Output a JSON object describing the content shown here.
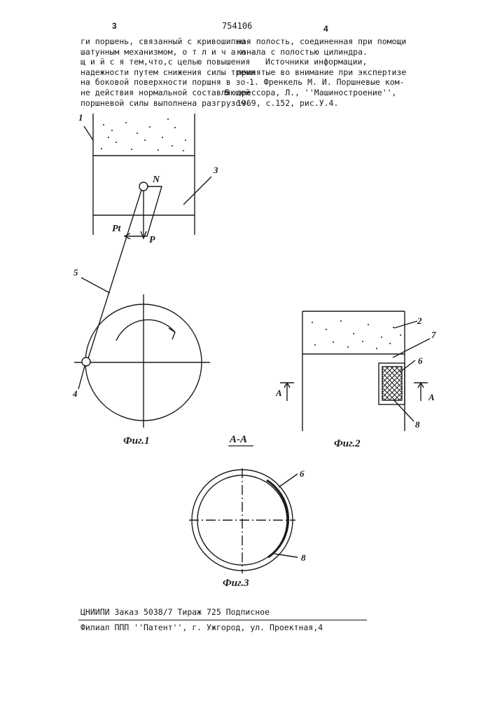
{
  "header": {
    "page_left": "3",
    "patent_no": "754106",
    "page_right": "4"
  },
  "left_column": [
    "ги поршень, связанный с кривошипно-",
    "шатунным механизмом, о т л и ч а ю -",
    "щ и й с я тем,что,с целью повышения",
    "надежности путем снижения силы трени",
    "на боковой поверхности поршня в зо-",
    "не действия нормальной составляющей",
    "поршневой силы выполнена разгрузоч-"
  ],
  "right_column": [
    "ная полость, соединенная при помощи",
    "канала с полостью цилиндра.",
    "Источники информации,",
    "принятые во внимание при экспертизе",
    "1. Френкель М. И. Поршневые ком-",
    "прессора, Л., ''Машиностроение'',",
    "1969, с.152, рис.У.4."
  ],
  "line_number": "5",
  "figures": {
    "fig1": {
      "caption": "Фиг.1",
      "labels": [
        "1",
        "3",
        "N",
        "P",
        "Pt",
        "5",
        "4"
      ]
    },
    "fig2": {
      "caption": "Фиг.2",
      "labels": [
        "2",
        "7",
        "6",
        "8",
        "A",
        "A"
      ]
    },
    "fig3": {
      "caption": "Фиг.3",
      "section_title": "А-А",
      "labels": [
        "6",
        "8"
      ]
    }
  },
  "footer": {
    "line1": "ЦНИИПИ  Заказ 5038/7      Тираж  725      Подписное",
    "line2": "Филиал ППП ''Патент'', г. Ужгород, ул. Проектная,4"
  }
}
